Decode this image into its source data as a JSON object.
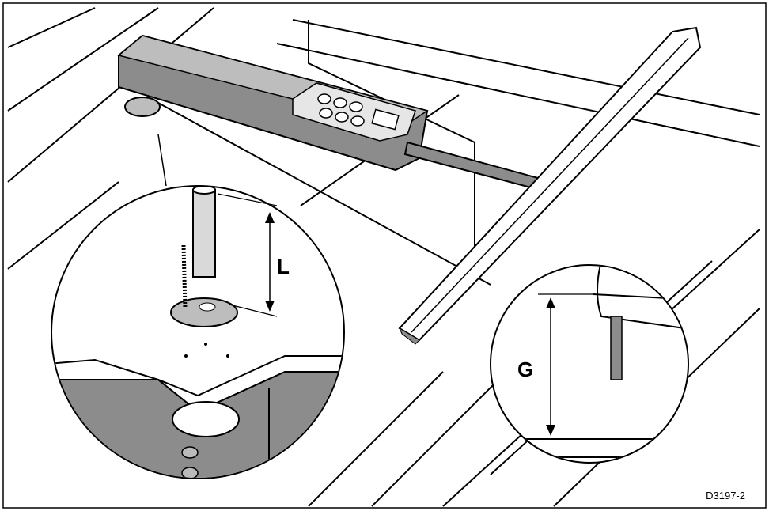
{
  "figure": {
    "dimension_length_label": "L",
    "dimension_gap_label": "G",
    "figure_code": "D3197-2"
  },
  "colors": {
    "line": "#000000",
    "shade": "#8c8c8c",
    "light_shade": "#c8c8c8"
  }
}
